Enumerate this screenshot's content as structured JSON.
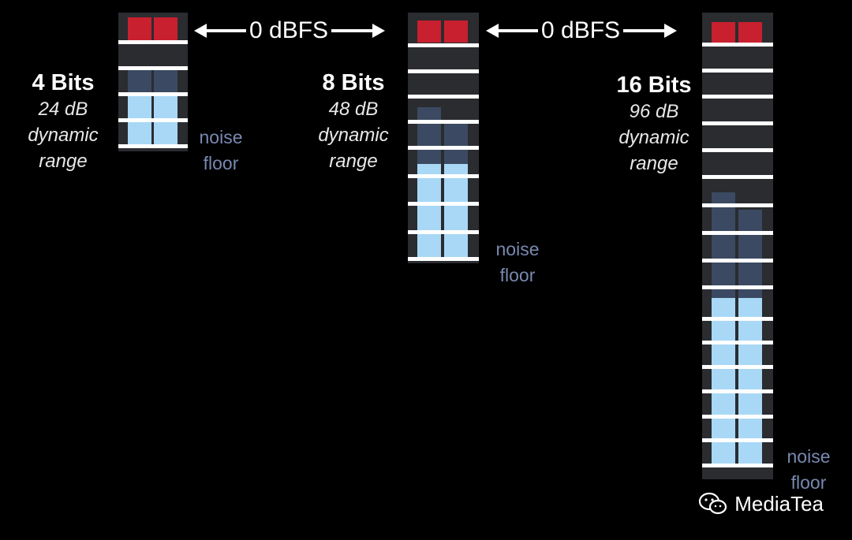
{
  "arrows": [
    {
      "label": "0 dBFS"
    },
    {
      "label": "0 dBFS"
    }
  ],
  "meters": [
    {
      "bits_label": "4 Bits",
      "range_line1": "24 dB",
      "range_line2": "dynamic",
      "range_line3": "range",
      "noise_line1": "noise",
      "noise_line2": "floor",
      "bit_count": 4,
      "dynamic_range_db": 24
    },
    {
      "bits_label": "8 Bits",
      "range_line1": "48 dB",
      "range_line2": "dynamic",
      "range_line3": "range",
      "noise_line1": "noise",
      "noise_line2": "floor",
      "bit_count": 8,
      "dynamic_range_db": 48
    },
    {
      "bits_label": "16 Bits",
      "range_line1": "96 dB",
      "range_line2": "dynamic",
      "range_line3": "range",
      "noise_line1": "noise",
      "noise_line2": "floor",
      "bit_count": 16,
      "dynamic_range_db": 96
    }
  ],
  "watermark": {
    "text": "MediaTea",
    "icon": "wechat-icon"
  },
  "colors": {
    "clip": "#c8202e",
    "level": "#a8d8f6",
    "peak": "#3b4a62",
    "noise_text": "#7889b0"
  }
}
